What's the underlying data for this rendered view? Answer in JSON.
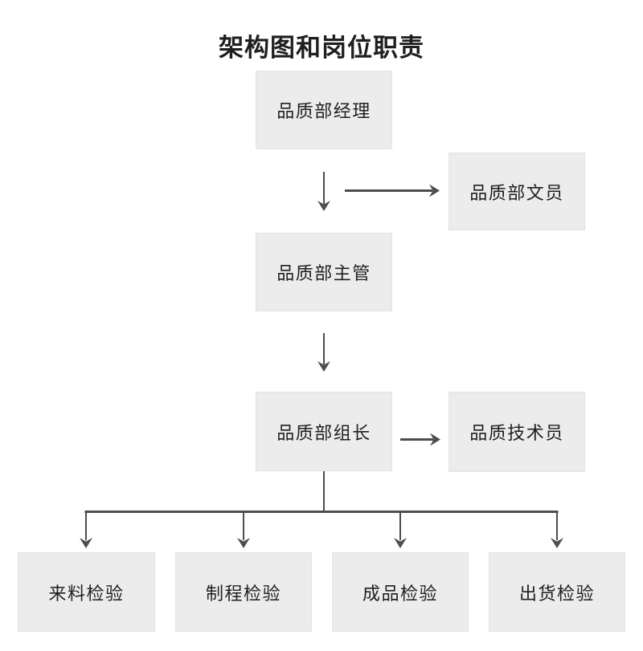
{
  "title": "架构图和岗位职责",
  "colors": {
    "node_bg": "#ececec",
    "node_border": "#e3e3e3",
    "arrow": "#4d4d4d",
    "text": "#1f1f1f",
    "page_bg": "#ffffff"
  },
  "nodes": {
    "manager": {
      "label": "品质部经理"
    },
    "clerk": {
      "label": "品质部文员"
    },
    "supervisor": {
      "label": "品质部主管"
    },
    "leader": {
      "label": "品质部组长"
    },
    "technician": {
      "label": "品质技术员"
    },
    "iqc": {
      "label": "来料检验"
    },
    "ipqc": {
      "label": "制程检验"
    },
    "fqc": {
      "label": "成品检验"
    },
    "oqc": {
      "label": "出货检验"
    }
  }
}
